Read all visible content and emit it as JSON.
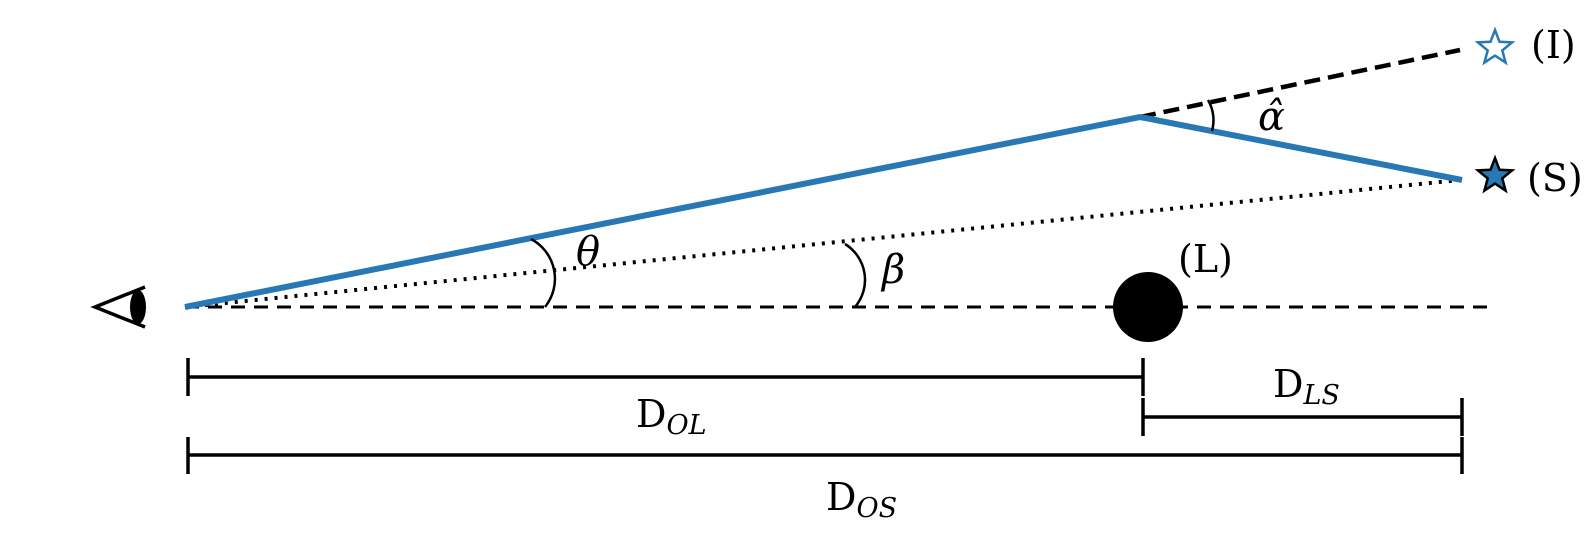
{
  "labels": {
    "observer": "",
    "image": "(I)",
    "source": "(S)",
    "lens": "(L)",
    "theta": "θ",
    "beta": "β",
    "alpha_hat": "α̂",
    "d_ol_main": "D",
    "d_ol_sub": "OL",
    "d_ls_main": "D",
    "d_ls_sub": "LS",
    "d_os_main": "D",
    "d_os_sub": "OS"
  },
  "colors": {
    "light_path": "#2878b5",
    "ink": "#000000",
    "source_fill": "#2878b5",
    "image_stroke": "#2878b5"
  },
  "icons": {
    "observer": "eye-icon",
    "source": "filled-star-icon",
    "image": "outline-star-icon",
    "lens": "filled-circle-icon"
  }
}
